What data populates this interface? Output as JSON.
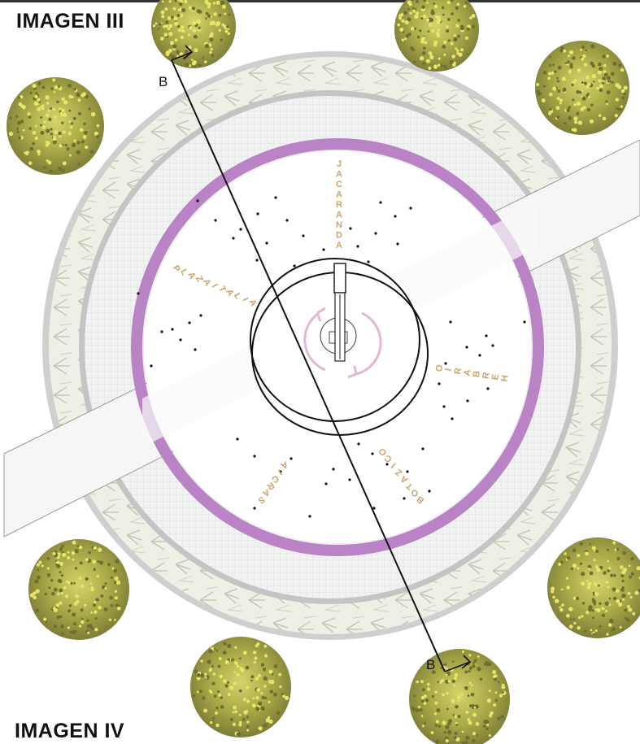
{
  "titles": {
    "top": "IMAGEN III",
    "bottom": "IMAGEN IV"
  },
  "section_line": {
    "label_start": "B",
    "label_end": "B"
  },
  "zones": [
    {
      "id": "jacaranda",
      "letters": [
        "J",
        "A",
        "C",
        "A",
        "R",
        "A",
        "N",
        "D",
        "A"
      ]
    },
    {
      "id": "plaza-italia",
      "letters": [
        "P",
        "L",
        "A",
        "Z",
        "A",
        "I",
        "T",
        "A",
        "L",
        "I",
        "A"
      ]
    },
    {
      "id": "herbario",
      "letters": [
        "H",
        "E",
        "R",
        "B",
        "A",
        "R",
        "I",
        "O"
      ]
    },
    {
      "id": "bota-zico",
      "letters": [
        "B",
        "O",
        "T",
        "A",
        "Z",
        "I",
        "C",
        "O"
      ]
    },
    {
      "id": "sarcia",
      "letters": [
        "S",
        "A",
        "R",
        "C",
        "I",
        "A"
      ]
    }
  ],
  "colors": {
    "purple_ring": "#b983c5",
    "gray_ring": "#a7a7a7",
    "planter_fill": "#ecefe4",
    "grid_fill": "#eef0ef",
    "label_tan": "#c9a56c",
    "tree_dark": "#7e7f2c",
    "tree_light": "#d7d965",
    "rotation_arrow": "#e2b7d3"
  },
  "icons": [
    "tree-icon",
    "rotation-arrow-icon",
    "section-arrow-icon"
  ]
}
